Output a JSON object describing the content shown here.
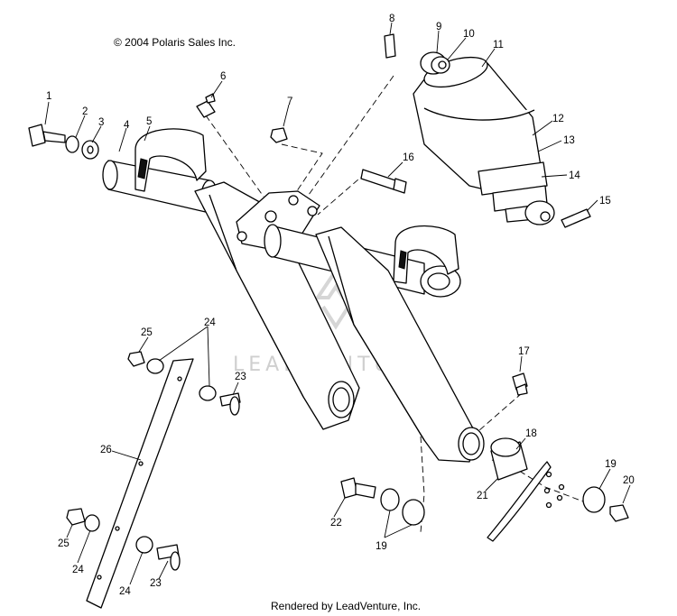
{
  "header": {
    "copyright": "© 2004 Polaris Sales Inc."
  },
  "footer": {
    "rendered_by": "Rendered by LeadVenture, Inc."
  },
  "watermark": {
    "text": "LEADVENTURE"
  },
  "callouts": {
    "c1": "1",
    "c2": "2",
    "c3": "3",
    "c4": "4",
    "c5": "5",
    "c6": "6",
    "c7": "7",
    "c8": "8",
    "c9": "9",
    "c10": "10",
    "c11": "11",
    "c12": "12",
    "c13": "13",
    "c14": "14",
    "c15": "15",
    "c16": "16",
    "c17": "17",
    "c18": "18",
    "c19a": "19",
    "c19b": "19",
    "c20": "20",
    "c21": "21",
    "c22": "22",
    "c23a": "23",
    "c23b": "23",
    "c24a": "24",
    "c24b": "24",
    "c24c": "24",
    "c25a": "25",
    "c25b": "25",
    "c26": "26"
  }
}
